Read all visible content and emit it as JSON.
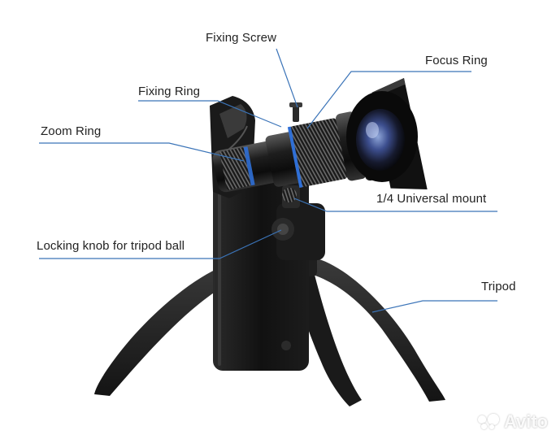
{
  "callouts": {
    "fixing_screw": "Fixing Screw",
    "focus_ring": "Focus Ring",
    "fixing_ring": "Fixing Ring",
    "zoom_ring": "Zoom Ring",
    "universal_mount": "1/4 Universal mount",
    "locking_knob": "Locking knob for tripod ball",
    "tripod": "Tripod"
  },
  "colors": {
    "leader_line": "#3b74b8",
    "lens_accent": "#2f6fd6",
    "body_dark": "#151515"
  },
  "watermark": {
    "text": "Avito",
    "icon": "avito-dots-icon"
  }
}
